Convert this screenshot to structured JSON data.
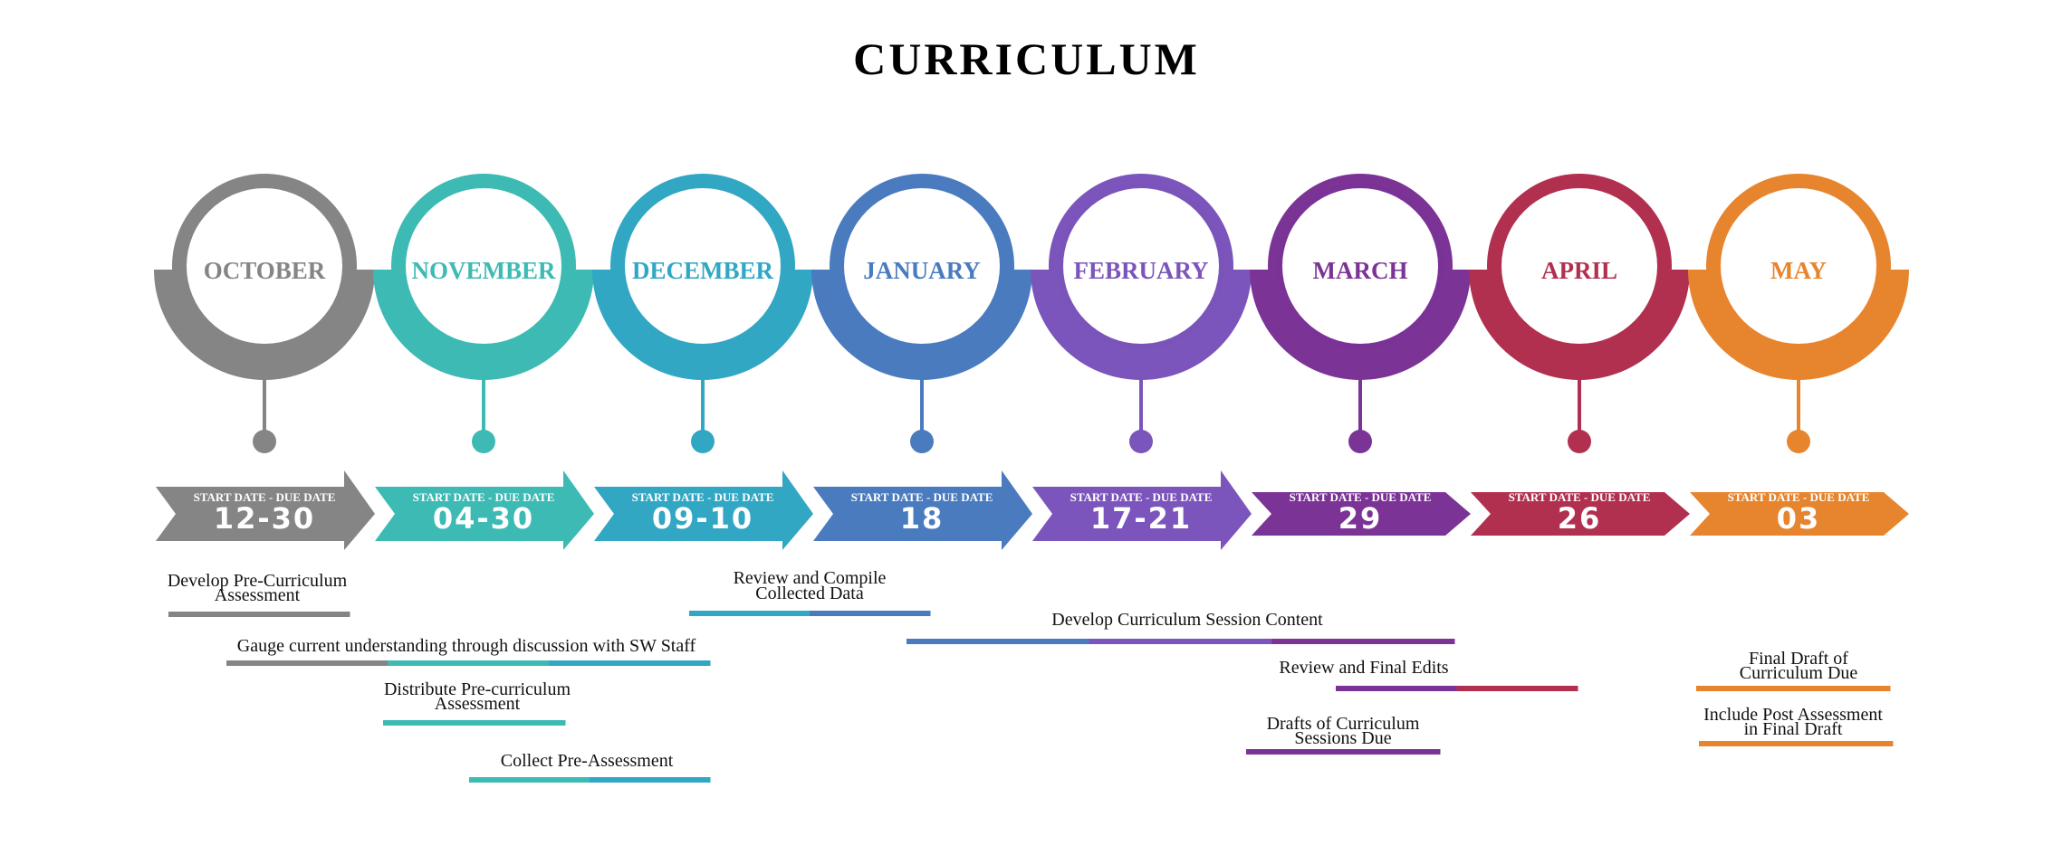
{
  "title": "CURRICULUM",
  "range_label": "START DATE - DUE DATE",
  "months": [
    {
      "name": "OCTOBER",
      "dates": "12-30",
      "color": "#858585"
    },
    {
      "name": "NOVEMBER",
      "dates": "04-30",
      "color": "#3dbab3"
    },
    {
      "name": "DECEMBER",
      "dates": "09-10",
      "color": "#32a7c4"
    },
    {
      "name": "JANUARY",
      "dates": "18",
      "color": "#4a7bbf"
    },
    {
      "name": "FEBRUARY",
      "dates": "17-21",
      "color": "#7b55bb"
    },
    {
      "name": "MARCH",
      "dates": "29",
      "color": "#7b3396"
    },
    {
      "name": "APRIL",
      "dates": "26",
      "color": "#b1304f"
    },
    {
      "name": "MAY",
      "dates": "03",
      "color": "#e6852e"
    }
  ],
  "tasks": [
    {
      "lines": [
        "Develop Pre-Curriculum",
        "Assessment"
      ],
      "colors": [
        "#858585"
      ]
    },
    {
      "lines": [
        "Gauge current understanding through discussion with SW Staff"
      ],
      "colors": [
        "#858585",
        "#3dbab3",
        "#32a7c4"
      ]
    },
    {
      "lines": [
        "Distribute Pre-curriculum",
        "Assessment"
      ],
      "colors": [
        "#3dbab3"
      ]
    },
    {
      "lines": [
        "Collect Pre-Assessment"
      ],
      "colors": [
        "#3dbab3",
        "#32a7c4"
      ]
    },
    {
      "lines": [
        "Review and Compile",
        "Collected Data"
      ],
      "colors": [
        "#32a7c4",
        "#4a7bbf"
      ]
    },
    {
      "lines": [
        "Develop Curriculum Session Content"
      ],
      "colors": [
        "#4a7bbf",
        "#7b55bb",
        "#7b3396"
      ]
    },
    {
      "lines": [
        "Review and Final Edits"
      ],
      "colors": [
        "#7b3396",
        "#b1304f"
      ]
    },
    {
      "lines": [
        "Drafts of Curriculum",
        "Sessions Due"
      ],
      "colors": [
        "#7b3396"
      ]
    },
    {
      "lines": [
        "Final Draft of",
        "Curriculum Due"
      ],
      "colors": [
        "#e6852e"
      ]
    },
    {
      "lines": [
        "Include Post Assessment",
        "in Final Draft"
      ],
      "colors": [
        "#e6852e"
      ]
    }
  ]
}
